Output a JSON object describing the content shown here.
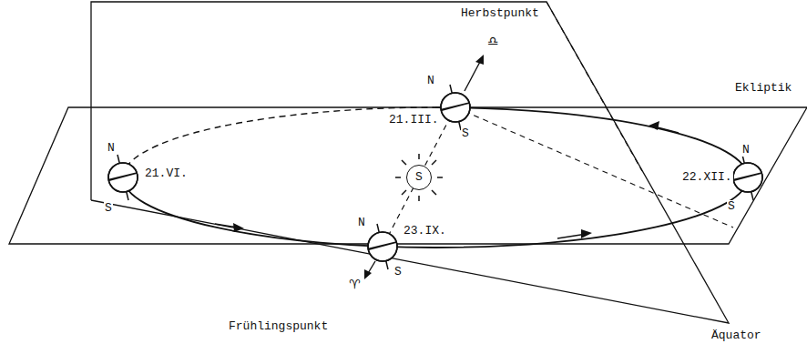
{
  "diagram": {
    "nodes": [
      {
        "text": [
          "S"
        ]
      }
    ],
    "labels": [
      "Herbstpunkt",
      "♎",
      "N",
      "21.III.",
      "S",
      "Ekliptik",
      "N",
      "22.XII.",
      "S",
      "N",
      "21.VI.",
      "S",
      "N",
      "23.IX.",
      "♈",
      "S",
      "Frühlingspunkt",
      "Äquator"
    ]
  }
}
